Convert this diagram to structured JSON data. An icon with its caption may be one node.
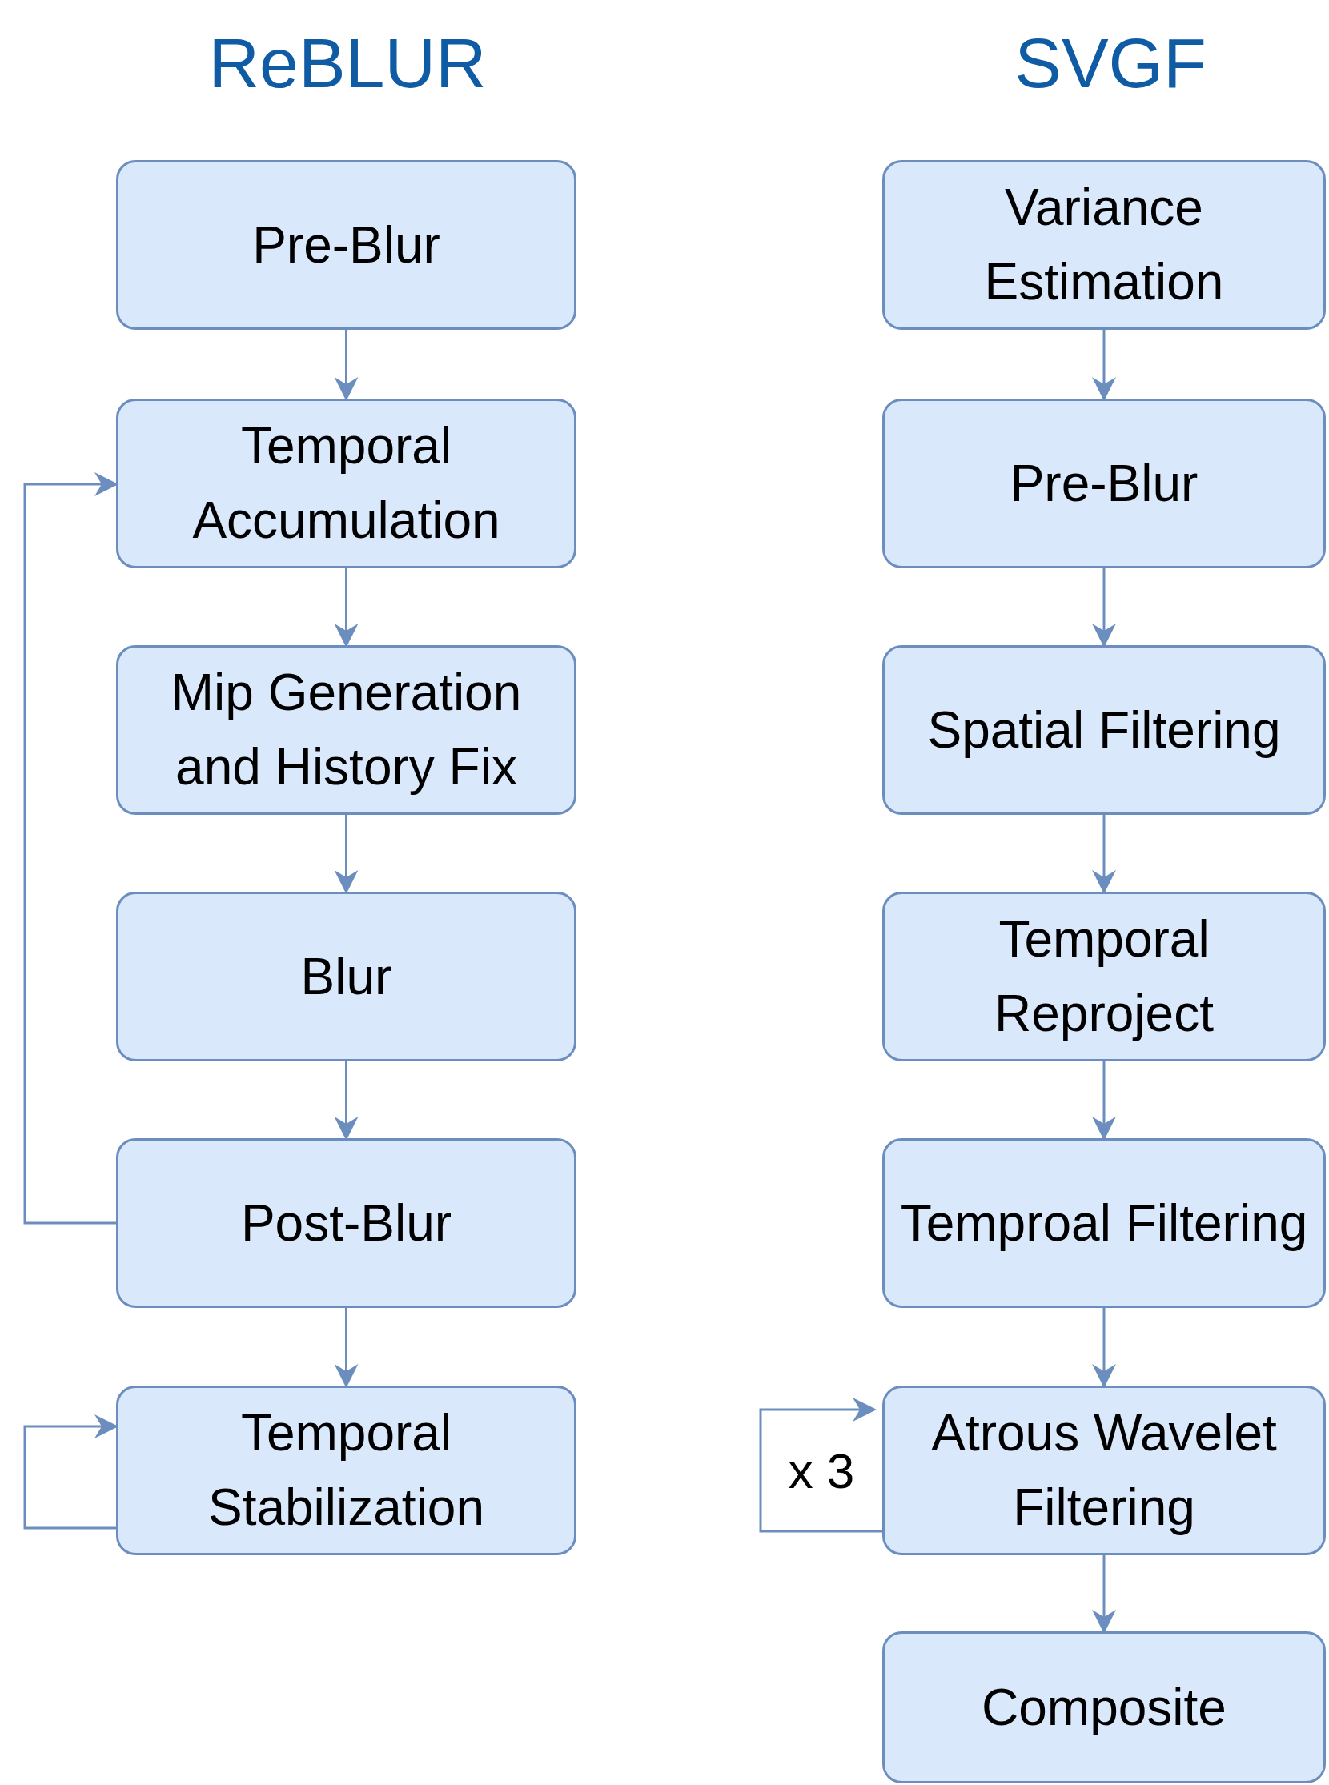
{
  "diagram": {
    "nodes": [
      {
        "text": [
          "Pre-Blur"
        ]
      },
      {
        "text": [
          "Temporal Accumulation"
        ]
      },
      {
        "text": [
          "Mip Generation and History Fix"
        ]
      },
      {
        "text": [
          "Blur"
        ]
      },
      {
        "text": [
          "Post-Blur"
        ]
      },
      {
        "text": [
          "Temporal Stabilization"
        ]
      },
      {
        "text": [
          "Variance Estimation"
        ]
      },
      {
        "text": [
          "Pre-Blur"
        ]
      },
      {
        "text": [
          "Spatial Filtering"
        ]
      },
      {
        "text": [
          "Temporal Reproject"
        ]
      },
      {
        "text": [
          "Temproal Filtering"
        ]
      },
      {
        "text": [
          "Atrous Wavelet Filtering"
        ]
      },
      {
        "text": [
          "Composite"
        ]
      }
    ],
    "edges": [
      {
        "from": 0,
        "to": 1,
        "arrow": "to"
      },
      {
        "from": 1,
        "to": 2,
        "arrow": "to"
      },
      {
        "from": 2,
        "to": 3,
        "arrow": "to"
      },
      {
        "from": 3,
        "to": 4,
        "arrow": "to"
      },
      {
        "from": 4,
        "to": 5,
        "arrow": "to"
      },
      {
        "from": 4,
        "to": 1,
        "arrow": "to"
      },
      {
        "from": 5,
        "to": 5,
        "arrow": "to"
      },
      {
        "from": 6,
        "to": 7,
        "arrow": "to"
      },
      {
        "from": 7,
        "to": 8,
        "arrow": "to"
      },
      {
        "from": 8,
        "to": 9,
        "arrow": "to"
      },
      {
        "from": 9,
        "to": 10,
        "arrow": "to"
      },
      {
        "from": 10,
        "to": 11,
        "arrow": "to"
      },
      {
        "from": 11,
        "to": 12,
        "arrow": "to"
      },
      {
        "from": 11,
        "to": 11,
        "label": "x 3",
        "arrow": "to"
      }
    ],
    "labels": [
      "ReBLUR",
      "SVGF"
    ]
  }
}
